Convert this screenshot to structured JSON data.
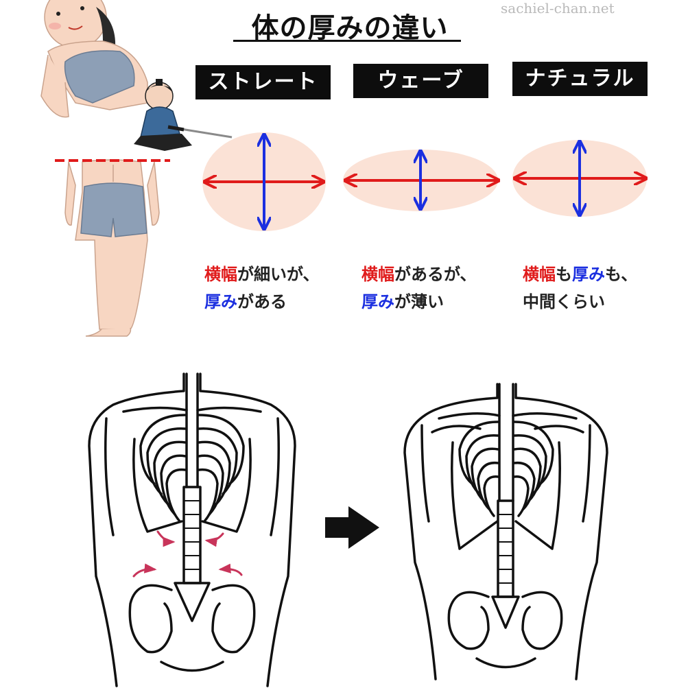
{
  "title": "体の厚みの違い",
  "watermark": "sachiel-chan.net",
  "types": [
    {
      "label": "ストレート",
      "desc": {
        "l1": [
          "横幅",
          "が細いが、"
        ],
        "l2": [
          "厚み",
          "がある"
        ]
      }
    },
    {
      "label": "ウェーブ",
      "desc": {
        "l1": [
          "横幅",
          "があるが、"
        ],
        "l2": [
          "厚み",
          "が薄い"
        ]
      }
    },
    {
      "label": "ナチュラル",
      "desc": {
        "l1": [
          "横幅",
          "も",
          "厚み",
          "も、"
        ],
        "l2": [
          "中間くらい"
        ]
      }
    }
  ],
  "colors": {
    "width_arrow": "#e01b1b",
    "depth_arrow": "#1b2fe0",
    "ellipse_fill": "#fbe2d6",
    "cut_line": "#e01b1b",
    "rib_arrows": "#c8345a",
    "transition_arrow": "#111111"
  },
  "icons": [
    "woman-illustration-icon",
    "samurai-illustration-icon",
    "skeleton-torso-icon",
    "right-arrow-icon"
  ]
}
